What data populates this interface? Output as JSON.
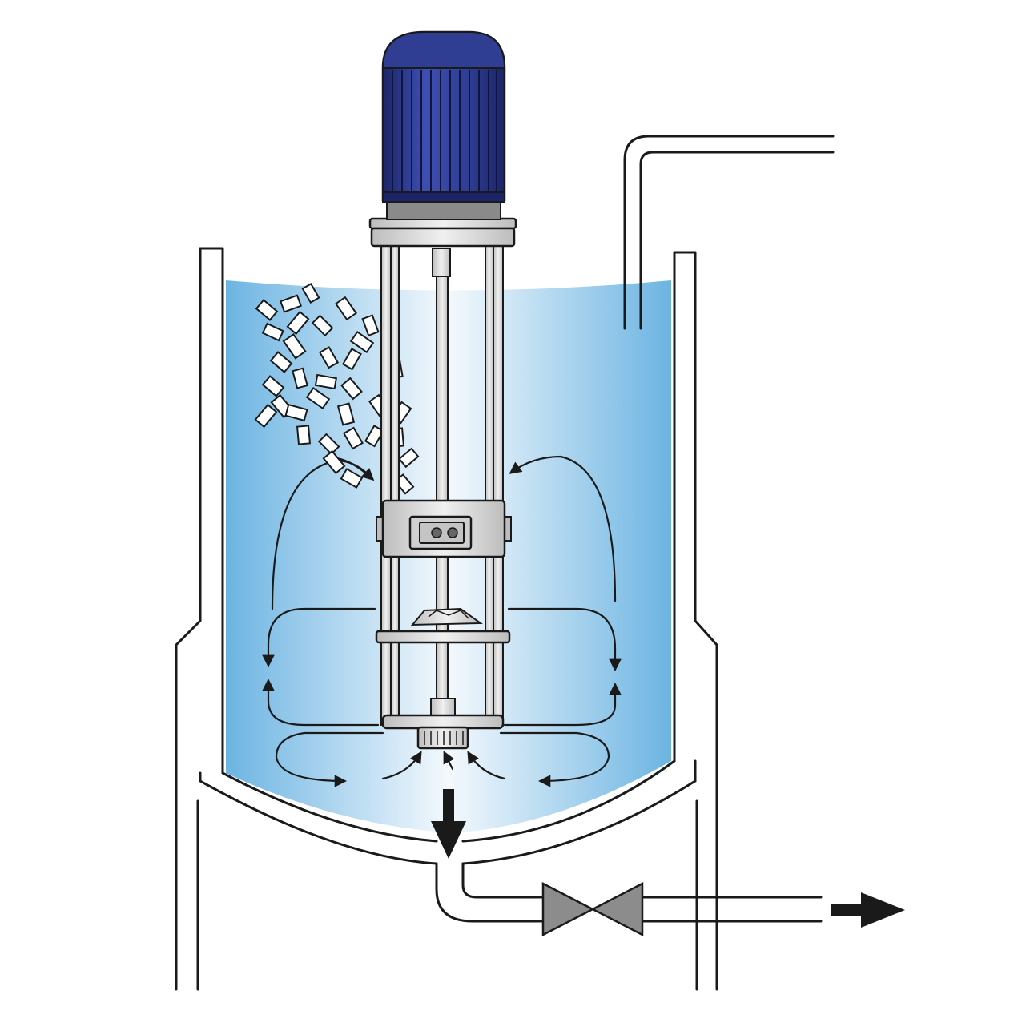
{
  "colors": {
    "liquid_edge": "#6cb4e2",
    "liquid_center": "#f4f9fd",
    "motor_blue": "#2f3d93",
    "motor_dark": "#1c2569",
    "steel": "#d8d8d8",
    "outline": "#1a1a1a",
    "background": "#ffffff"
  },
  "components": {
    "motor": "motor",
    "mixer_head": "rotor-stator-mixing-head",
    "impeller": "impeller",
    "outlet_valve": "valve",
    "vessel": "jacketed-vessel",
    "inlet_pipe": "inlet-pipe",
    "powder": "powder-particles"
  }
}
